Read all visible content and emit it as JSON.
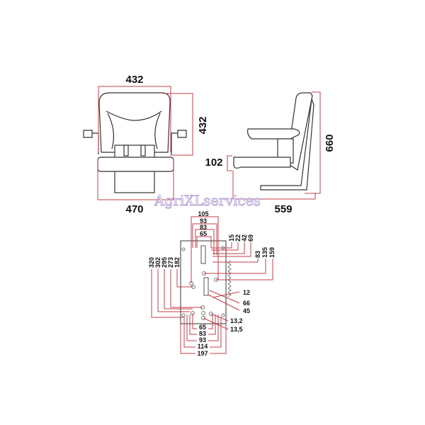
{
  "watermark": "AgriXLservices",
  "front_view": {
    "top_width": "432",
    "back_height": "432",
    "bottom_width": "470"
  },
  "side_view": {
    "cushion_height": "102",
    "total_height": "660",
    "depth": "559"
  },
  "mounting_plate": {
    "top": [
      "105",
      "93",
      "83",
      "65"
    ],
    "right_top": [
      "15",
      "22",
      "42",
      "69"
    ],
    "right_mid": [
      "83",
      "135",
      "159"
    ],
    "left": [
      "320",
      "302",
      "295",
      "273",
      "182"
    ],
    "right_side": [
      "12",
      "66",
      "45",
      "13,2",
      "13,5"
    ],
    "bottom": [
      "65",
      "83",
      "93",
      "114",
      "197"
    ]
  },
  "colors": {
    "dimension_lines": "#c0404a",
    "outline": "#333333"
  }
}
